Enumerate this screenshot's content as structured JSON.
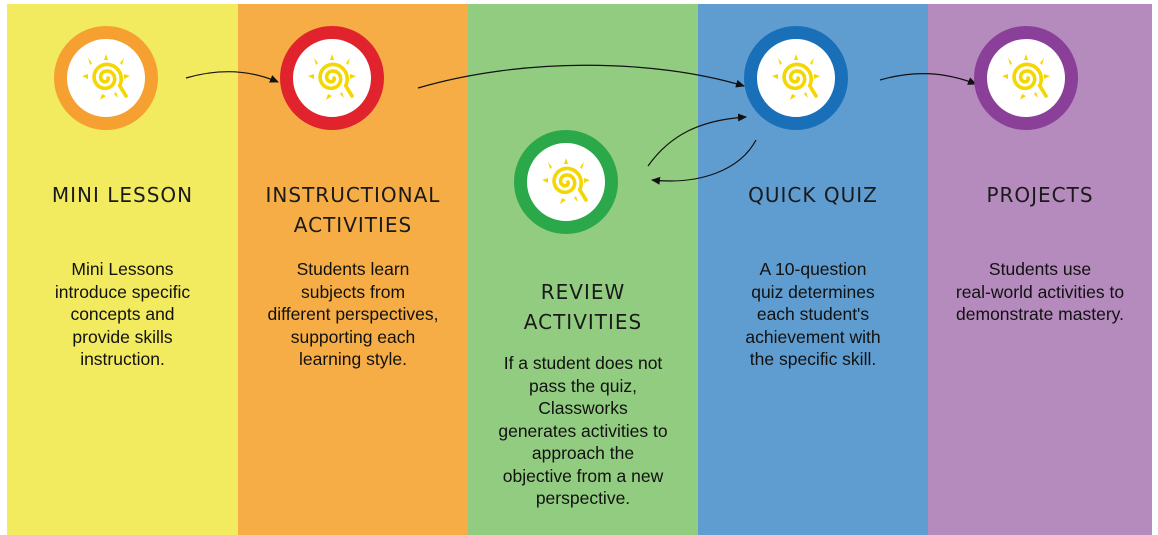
{
  "colors": {
    "col_yellow": "#f2ea5f",
    "col_orange": "#f6ad45",
    "col_green": "#92cc80",
    "col_blue": "#5f9dd1",
    "col_purple": "#b58abd",
    "ring_orange": "#f5a031",
    "ring_red": "#e0232c",
    "ring_green": "#2aa84a",
    "ring_blue": "#1a70b8",
    "ring_purple": "#8a3f99",
    "sun": "#f4d600"
  },
  "steps": [
    {
      "id": "mini-lesson",
      "title": "MINI LESSON",
      "body": [
        "Mini Lessons",
        "introduce specific",
        "concepts and",
        "provide skills",
        "instruction."
      ]
    },
    {
      "id": "instructional-activities",
      "title": "INSTRUCTIONAL ACTIVITIES",
      "title_lines": [
        "INSTRUCTIONAL",
        "ACTIVITIES"
      ],
      "body": [
        "Students learn",
        "subjects from",
        "different perspectives,",
        "supporting each",
        "learning style."
      ]
    },
    {
      "id": "review-activities",
      "title": "REVIEW ACTIVITIES",
      "title_lines": [
        "REVIEW",
        "ACTIVITIES"
      ],
      "body": [
        "If a student does not",
        "pass the quiz,",
        "Classworks",
        "generates activities to",
        "approach the",
        "objective from a new",
        "perspective."
      ]
    },
    {
      "id": "quick-quiz",
      "title": "QUICK QUIZ",
      "body": [
        "A 10-question",
        "quiz determines",
        "each student's",
        "achievement with",
        "the specific skill."
      ]
    },
    {
      "id": "projects",
      "title": "PROJECTS",
      "body": [
        "Students use",
        "real-world activities to",
        "demonstrate mastery."
      ]
    }
  ],
  "icon": "spiral-sun-icon"
}
